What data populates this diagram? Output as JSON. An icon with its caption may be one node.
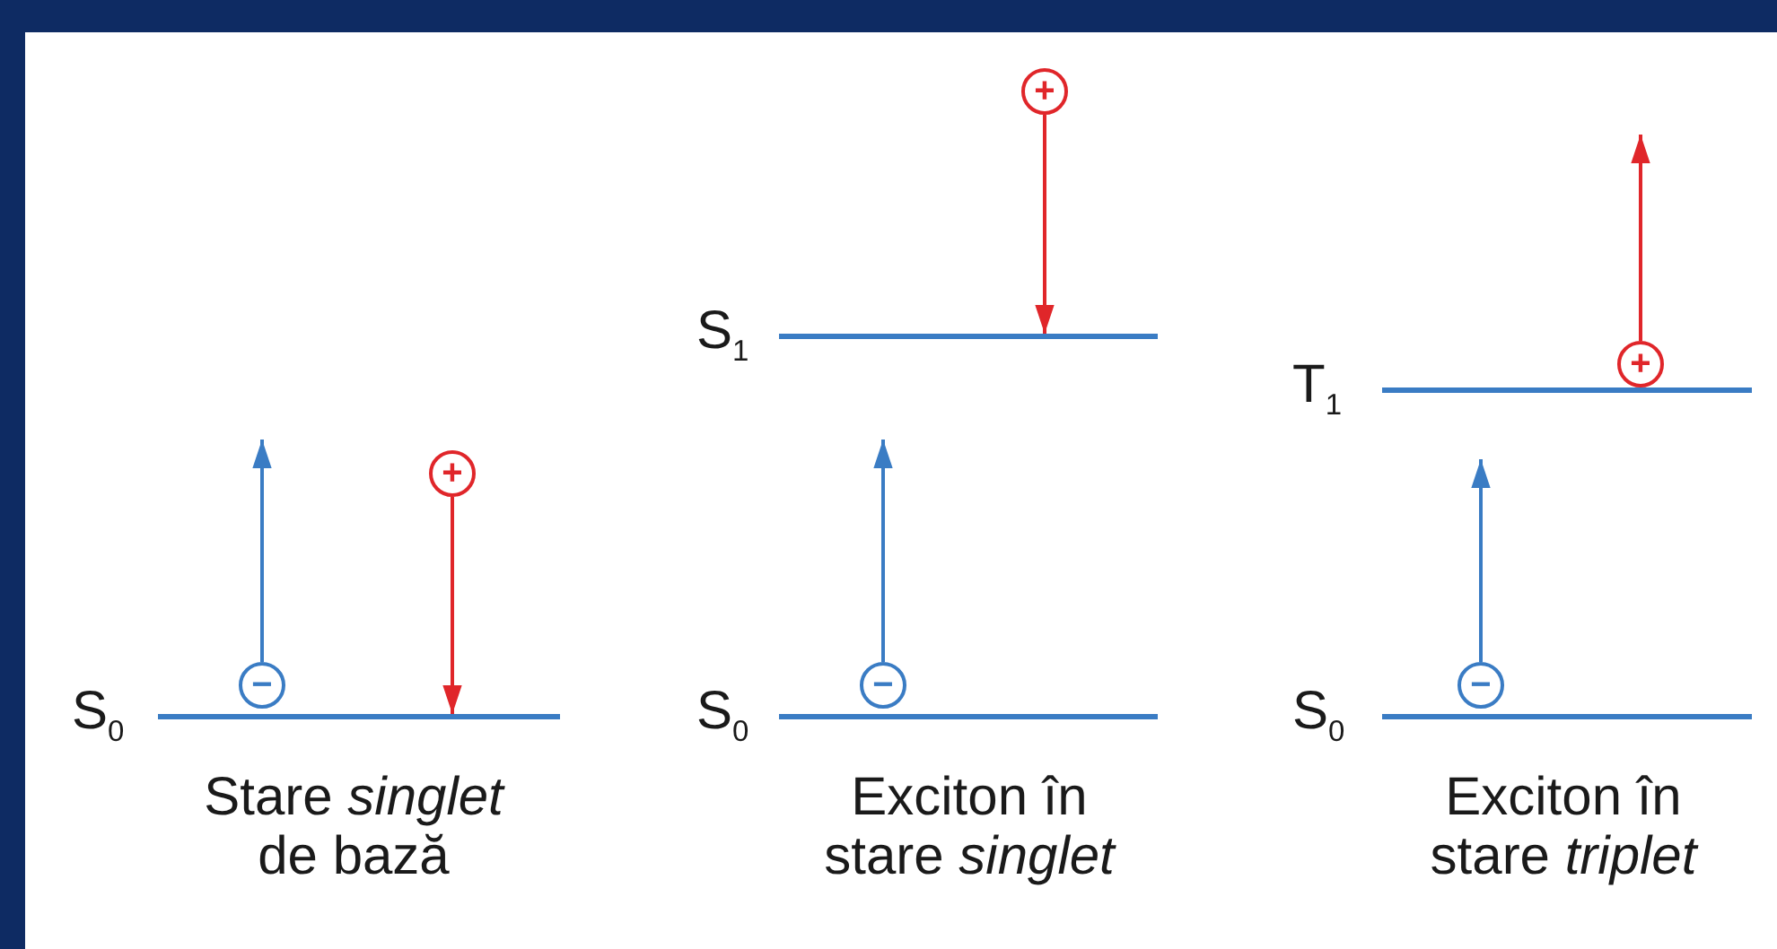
{
  "diagram": {
    "nodes": [
      {
        "text": [],
        "shape": "bar"
      },
      {
        "text": [
          "−"
        ]
      },
      {
        "text": [
          "+"
        ]
      },
      {
        "text": [],
        "shape": "bar"
      },
      {
        "text": [],
        "shape": "bar"
      },
      {
        "text": [
          "+"
        ]
      },
      {
        "text": [
          "−"
        ]
      },
      {
        "text": [],
        "shape": "bar"
      },
      {
        "text": [],
        "shape": "bar"
      },
      {
        "text": [
          "+"
        ]
      },
      {
        "text": [
          "−"
        ]
      }
    ],
    "edges": [
      {
        "from": 1,
        "to": null,
        "arrow": "to"
      },
      {
        "from": 2,
        "to": 0,
        "arrow": "to",
        "color": "#e0262a"
      },
      {
        "from": 6,
        "to": null,
        "arrow": "to"
      },
      {
        "from": 5,
        "to": 3,
        "arrow": "to",
        "color": "#e0262a"
      },
      {
        "from": 10,
        "to": null,
        "arrow": "to"
      },
      {
        "from": 9,
        "to": null,
        "arrow": "to",
        "color": "#e0262a"
      }
    ],
    "labels": [
      "S$_{0}$",
      "Stare *singlet* de bază",
      "S$_{1}$",
      "S$_{0}$",
      "Exciton în stare *singlet*",
      "T$_{1}$",
      "S$_{0}$",
      "Exciton în stare *triplet*"
    ]
  }
}
